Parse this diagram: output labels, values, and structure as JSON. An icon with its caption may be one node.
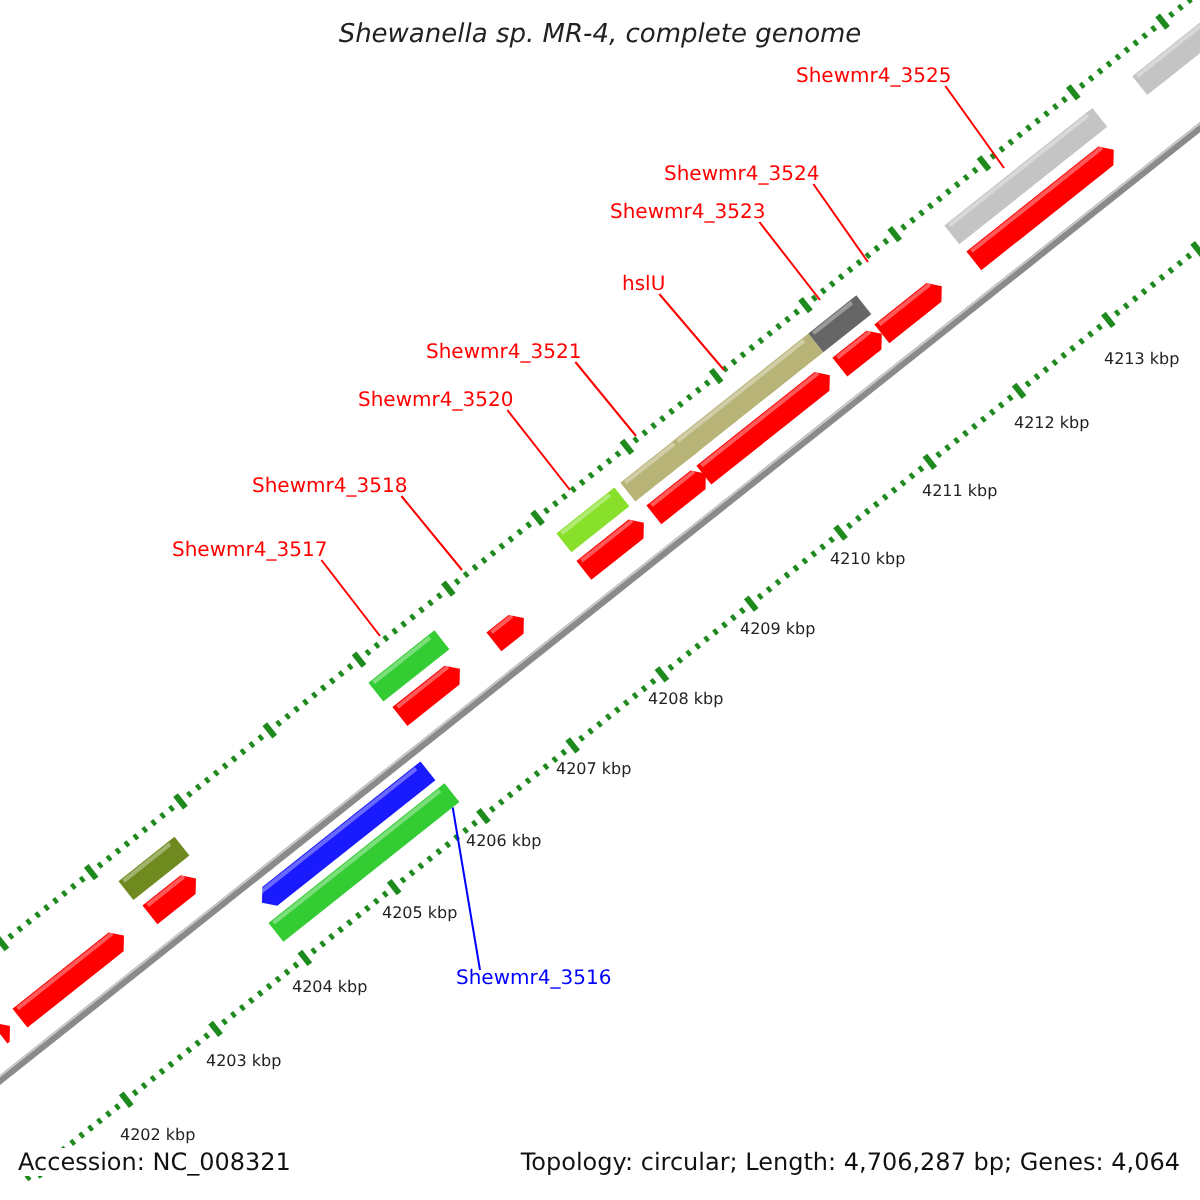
{
  "diagram": {
    "title": "Shewanella sp. MR-4, complete genome",
    "nodes": [
      {
        "text": [
          "Shewmr4_3525"
        ]
      },
      {
        "text": [
          "Shewmr4_3524"
        ]
      },
      {
        "text": [
          "Shewmr4_3523"
        ]
      },
      {
        "text": [
          "hslU"
        ]
      },
      {
        "text": [
          "Shewmr4_3521"
        ]
      },
      {
        "text": [
          "Shewmr4_3520"
        ]
      },
      {
        "text": [
          "Shewmr4_3518"
        ]
      },
      {
        "text": [
          "Shewmr4_3517"
        ]
      },
      {
        "text": [
          "Shewmr4_3516"
        ]
      },
      {
        "text": [],
        "shape": "bar"
      }
    ],
    "edges": [
      {
        "from": 0,
        "to": null,
        "arrow": "none"
      },
      {
        "from": 1,
        "to": null,
        "arrow": "none"
      },
      {
        "from": 2,
        "to": null,
        "arrow": "none"
      },
      {
        "from": 3,
        "to": null,
        "arrow": "none"
      },
      {
        "from": 4,
        "to": null,
        "arrow": "none"
      },
      {
        "from": 5,
        "to": null,
        "arrow": "none"
      },
      {
        "from": 6,
        "to": null,
        "arrow": "none"
      },
      {
        "from": 7,
        "to": null,
        "arrow": "none"
      },
      {
        "from": 8,
        "to": 9,
        "arrow": "none",
        "color": "#0000ff"
      }
    ],
    "labels": [
      "4213 kbp",
      "4212 kbp",
      "4211 kbp",
      "4210 kbp",
      "4209 kbp",
      "4208 kbp",
      "4207 kbp",
      "4206 kbp",
      "4205 kbp",
      "4204 kbp",
      "4203 kbp",
      "4202 kbp",
      "Accession: NC_008321",
      "Topology: circular; Length: 4,706,287 bp; Genes: 4,064"
    ]
  }
}
